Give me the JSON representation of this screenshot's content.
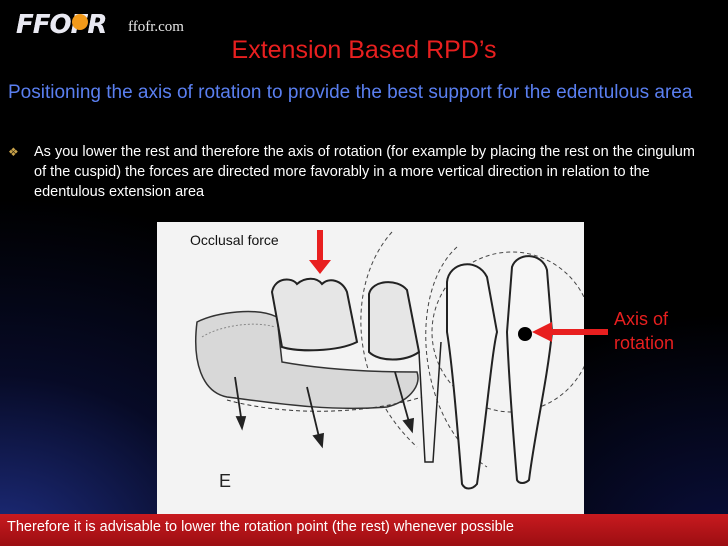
{
  "logo": {
    "mark": "FFOFR",
    "site": "ffofr.com"
  },
  "slide": {
    "title": "Extension Based RPD’s",
    "subtitle": "Positioning the axis of rotation to provide the best support for the edentulous area",
    "bullet": "As you lower the rest and therefore the axis of rotation (for example by placing the rest on the cingulum of the cuspid) the forces are directed more favorably in a more vertical direction in relation to the edentulous extension area",
    "figure": {
      "occlusal_label": "Occlusal force",
      "axis_label": "Axis of rotation",
      "corner_letter": "E"
    },
    "footer": "Therefore it is advisable to lower the rotation point (the rest) whenever possible"
  },
  "colors": {
    "title": "#e81f1f",
    "subtitle": "#5a7ff0",
    "footer_bg": "#b11116",
    "logo_dot": "#f29a1a"
  },
  "icons": {
    "bullet": "diamond-bullet-icon"
  }
}
